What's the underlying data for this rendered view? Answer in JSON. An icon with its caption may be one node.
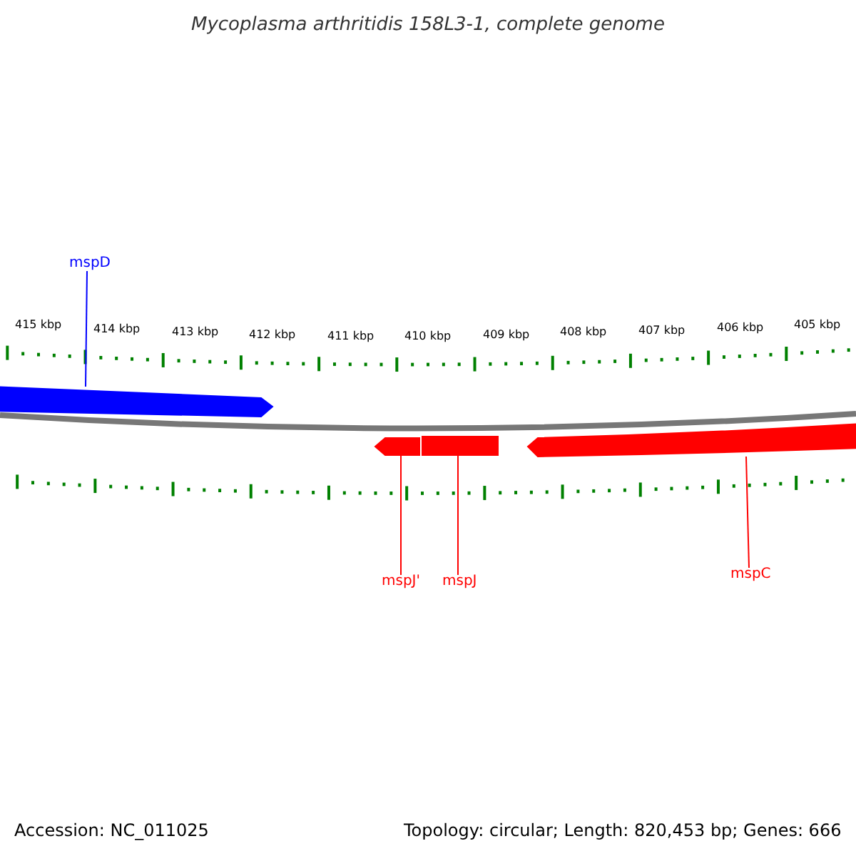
{
  "diagram": {
    "title": "Mycoplasma arthritidis 158L3-1, complete genome",
    "nodes": [
      {
        "text": [
          "mspD"
        ]
      },
      {
        "text": [],
        "shape": "bar"
      },
      {
        "text": [
          "mspJ'"
        ]
      },
      {
        "text": [],
        "shape": "bar"
      },
      {
        "text": [
          "mspJ"
        ]
      },
      {
        "text": [],
        "shape": "bar"
      },
      {
        "text": [
          "mspC"
        ]
      },
      {
        "text": [],
        "shape": "bar"
      }
    ],
    "edges": [
      {
        "from": 0,
        "to": 1,
        "arrow": "none",
        "color": "#0000ff"
      },
      {
        "from": 2,
        "to": 3,
        "arrow": "none"
      },
      {
        "from": 4,
        "to": 5,
        "arrow": "none"
      },
      {
        "from": 6,
        "to": 7,
        "arrow": "none"
      }
    ],
    "labels": [
      "415 kbp",
      "414 kbp",
      "413 kbp",
      "412 kbp",
      "411 kbp",
      "410 kbp",
      "409 kbp",
      "408 kbp",
      "407 kbp",
      "406 kbp",
      "405 kbp",
      "Accession: NC_011025",
      "Topology: circular; Length: 820,453 bp; Genes: 666"
    ]
  }
}
